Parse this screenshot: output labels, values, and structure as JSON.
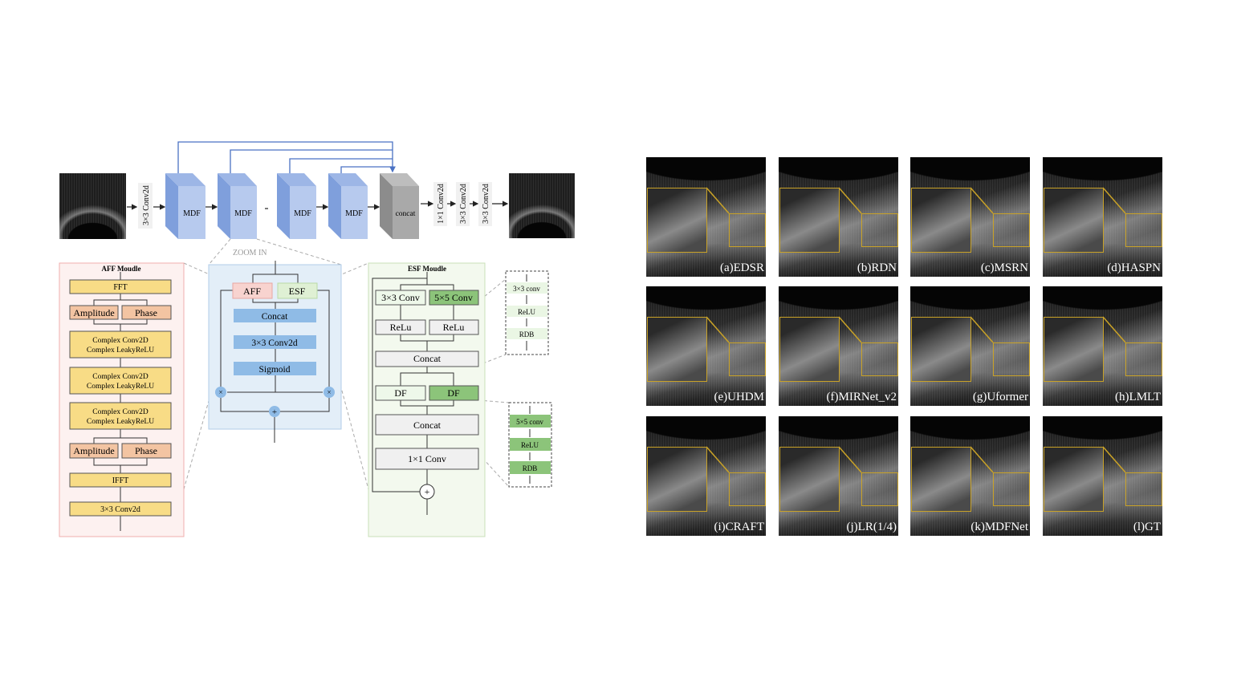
{
  "pipeline": {
    "conv_in": "3×3 Conv2d",
    "mdf_label": "MDF",
    "concat_label": "concat",
    "conv_out": [
      "1×1 Conv2d",
      "3×3 Conv2d",
      "3×3 Conv2d"
    ],
    "zoom_in": "ZOOM IN"
  },
  "aff_module": {
    "title": "AFF Moudle",
    "fft": "FFT",
    "amplitude": "Amplitude",
    "phase": "Phase",
    "complex_conv": "Complex Conv2D",
    "complex_relu": "Complex LeakyReLU",
    "ifft": "IFFT",
    "conv": "3×3 Conv2d"
  },
  "mdf_block": {
    "aff": "AFF",
    "esf": "ESF",
    "concat": "Concat",
    "conv": "3×3 Conv2d",
    "sigmoid": "Sigmoid",
    "multiply": "×",
    "add": "+"
  },
  "esf_module": {
    "title": "ESF Moudle",
    "conv3": "3×3 Conv",
    "conv5": "5×5 Conv",
    "relu": "ReLu",
    "concat": "Concat",
    "df": "DF",
    "conv1": "1×1 Conv",
    "add": "+"
  },
  "df_detail_3": [
    "3×3 conv",
    "ReLU",
    "RDB"
  ],
  "df_detail_5": [
    "5×5 conv",
    "ReLU",
    "RDB"
  ],
  "results": [
    "(a)EDSR",
    "(b)RDN",
    "(c)MSRN",
    "(d)HASPN",
    "(e)UHDM",
    "(f)MIRNet_v2",
    "(g)Uformer",
    "(h)LMLT",
    "(i)CRAFT",
    "(j)LR(1/4)",
    "(k)MDFNet",
    "(l)GT"
  ],
  "colors": {
    "mdf": "#a9bfe6",
    "aff": "#f8dc86",
    "amp": "#f3c4a2",
    "esf_dark": "#8cc47a",
    "zoom_box": "#c9a227"
  }
}
